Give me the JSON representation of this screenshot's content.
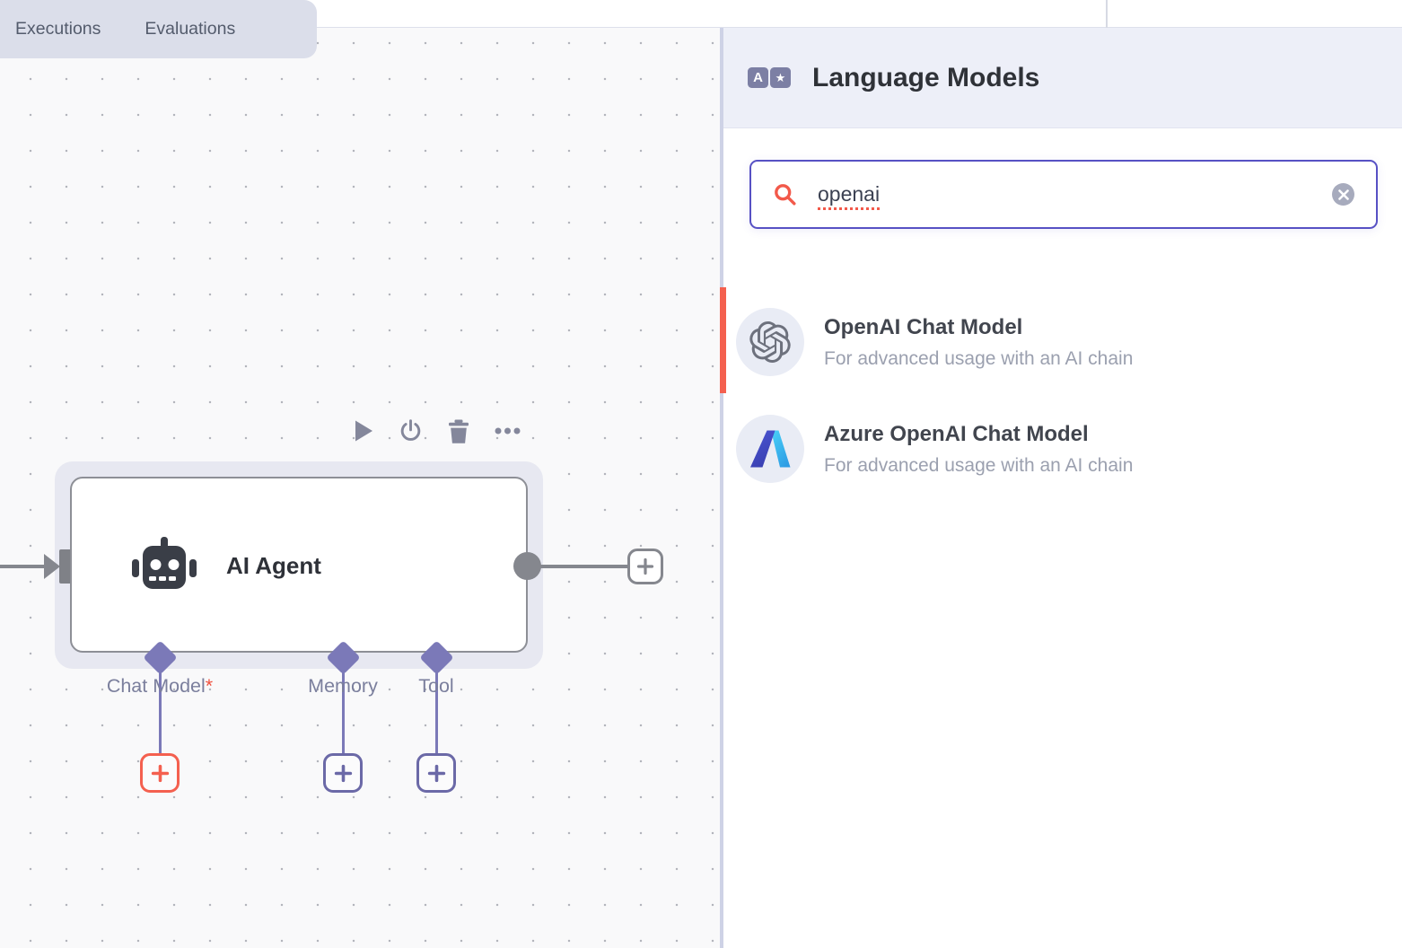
{
  "tabs": {
    "executions_label": "Executions",
    "evaluations_label": "Evaluations"
  },
  "canvas_node": {
    "title": "AI Agent",
    "required_marker": "*",
    "toolbar_icons": [
      "play-icon",
      "power-icon",
      "trash-icon",
      "ellipsis-icon"
    ],
    "connectors": [
      {
        "label": "Chat Model",
        "required": true
      },
      {
        "label": "Memory",
        "required": false
      },
      {
        "label": "Tool",
        "required": false
      }
    ]
  },
  "panel": {
    "title": "Language Models",
    "header_icon": "translate-icon",
    "search_value": "openai",
    "items": [
      {
        "icon": "openai-logo",
        "title": "OpenAI Chat Model",
        "description": "For advanced usage with an AI chain",
        "highlighted": true
      },
      {
        "icon": "azure-logo",
        "title": "Azure OpenAI Chat Model",
        "description": "For advanced usage with an AI chain",
        "highlighted": false
      }
    ]
  },
  "icon_glyphs": {
    "translate_a": "A",
    "translate_star": "★"
  },
  "colors": {
    "accent_red": "#f4604f",
    "search_border": "#5751c4",
    "connector_purple": "#7b79b8",
    "node_gray": "#85878e"
  }
}
